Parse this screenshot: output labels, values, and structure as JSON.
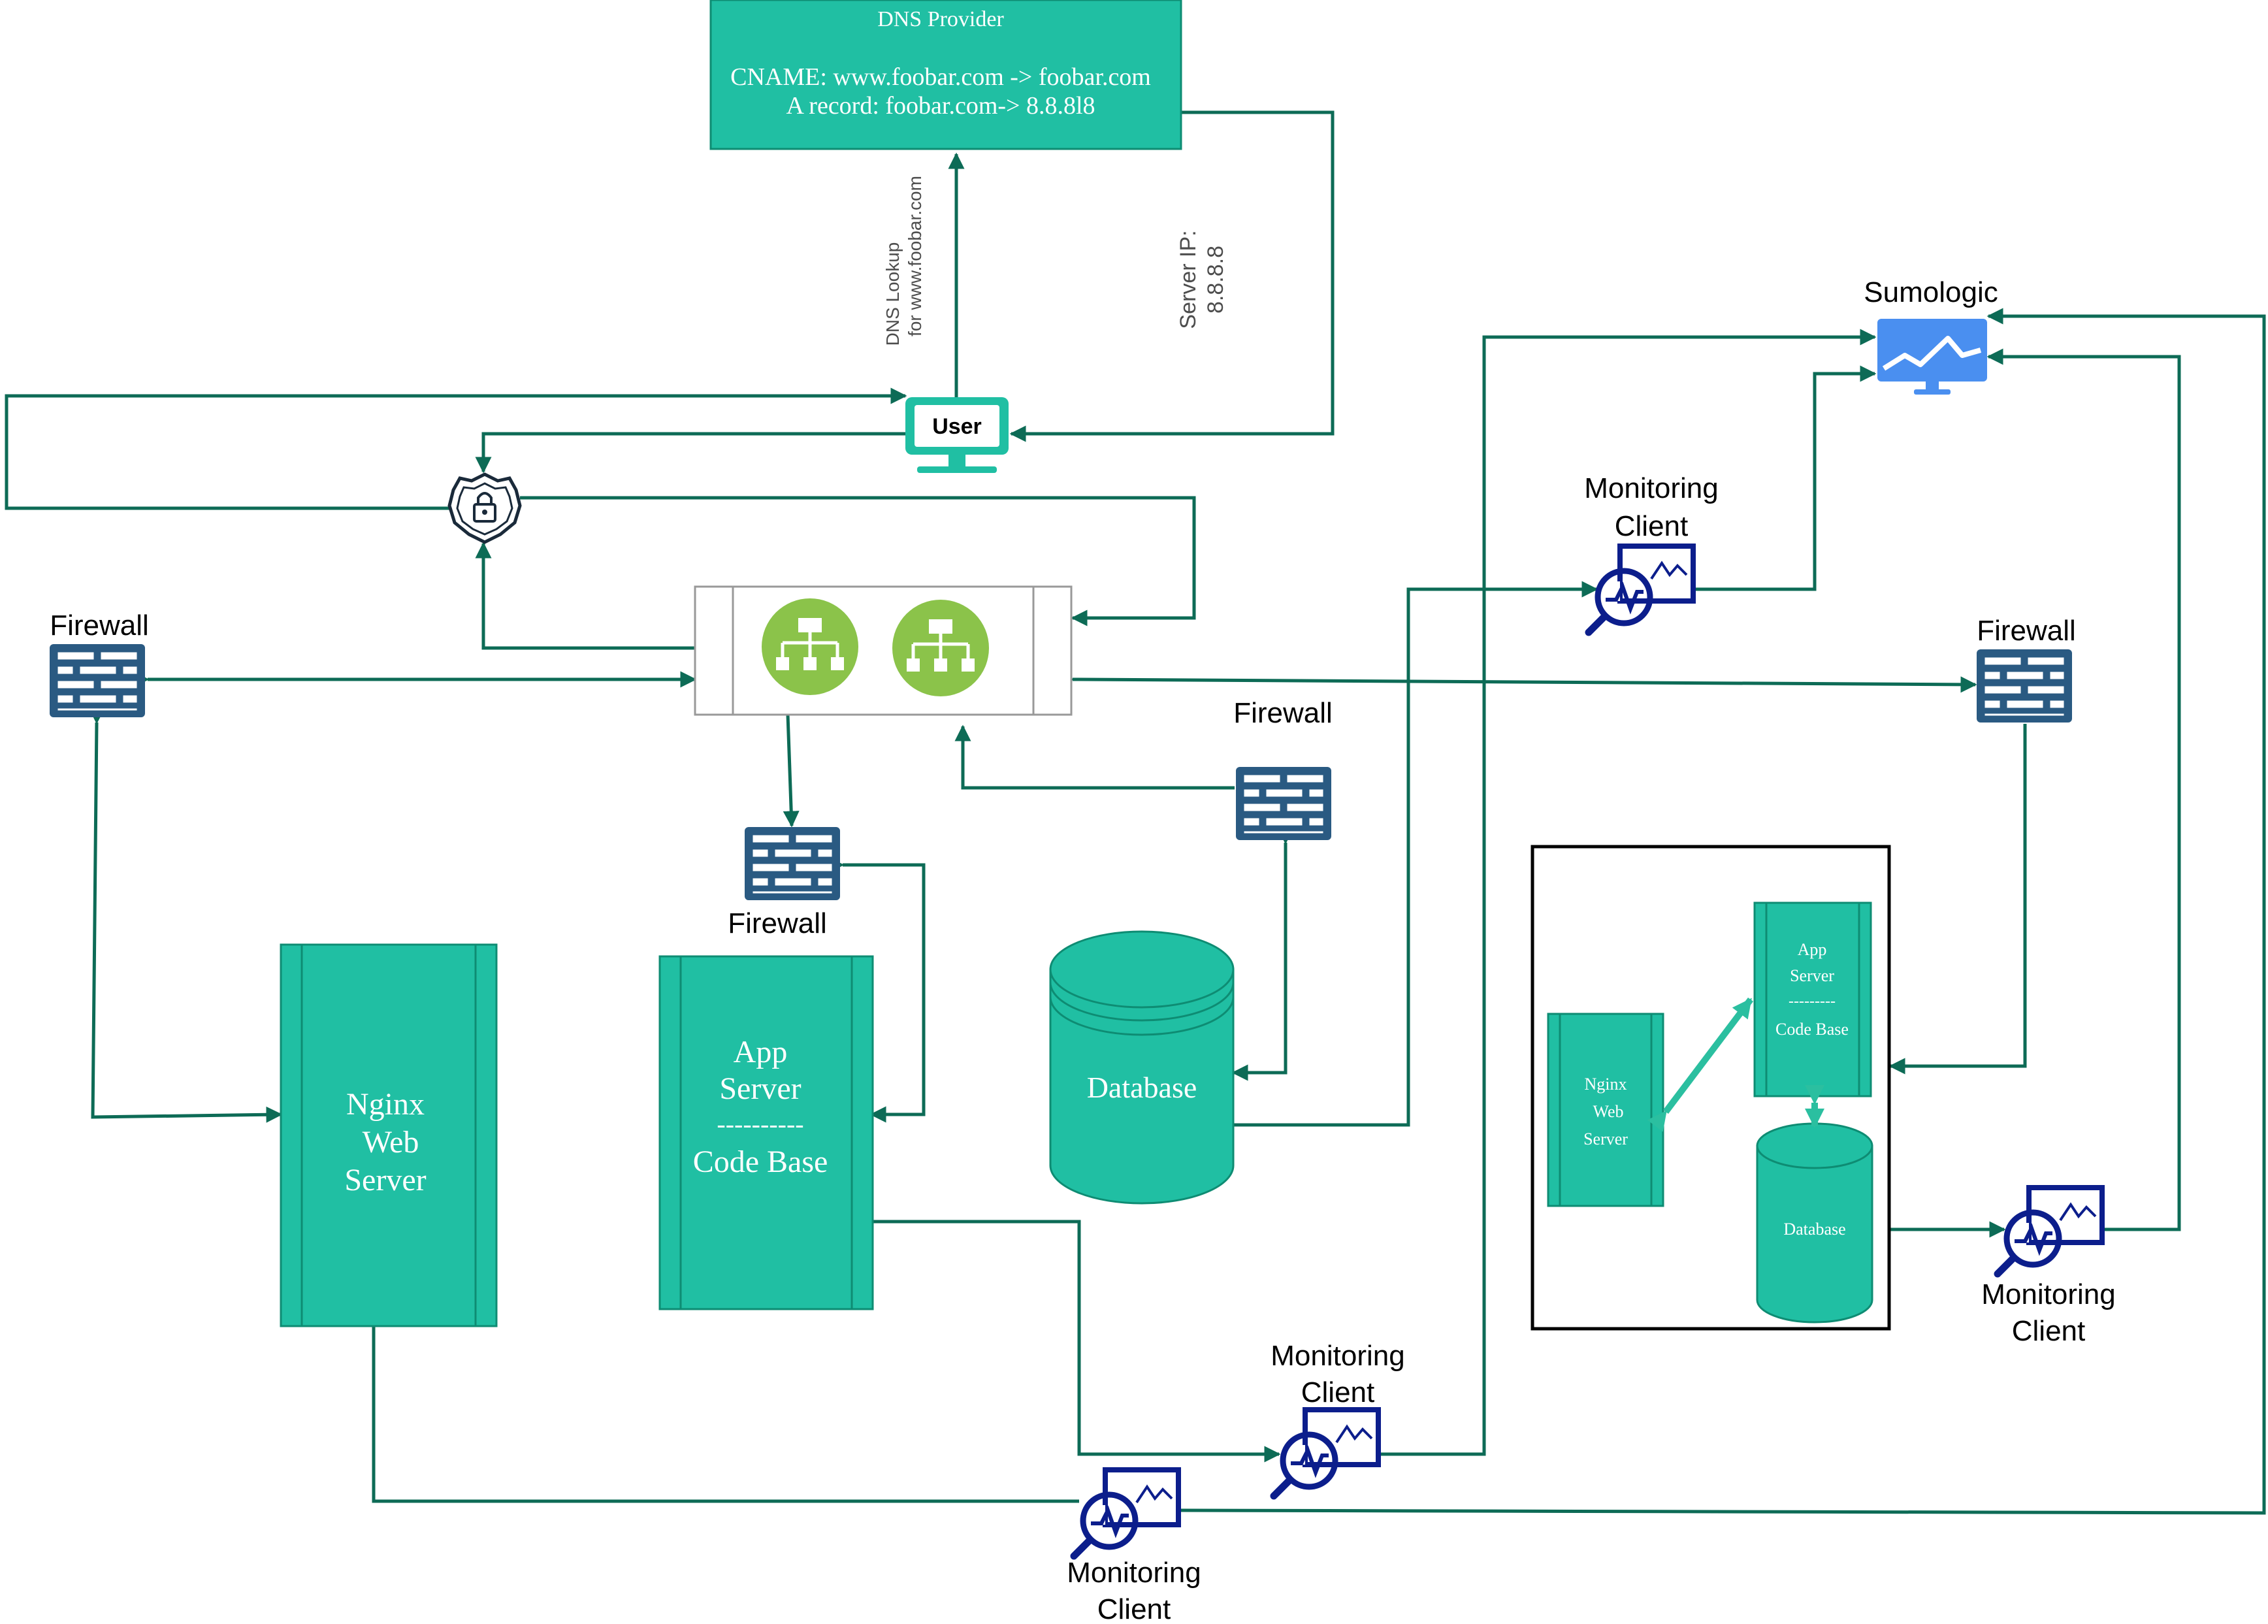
{
  "dns_provider": {
    "title": "DNS Provider",
    "line1": "CNAME: www.foobar.com -> foobar.com",
    "line2": "A record: foobar.com-> 8.8.8l8"
  },
  "edge_labels": {
    "dns_lookup_line1": "DNS Lookup",
    "dns_lookup_line2": "for www.foobar.com",
    "server_ip_line1": "Server IP:",
    "server_ip_line2": "8.8.8.8"
  },
  "user": {
    "label": "User"
  },
  "sumologic": {
    "label": "Sumologic"
  },
  "firewalls": {
    "left": "Firewall",
    "right": "Firewall",
    "database": "Firewall",
    "app": "Firewall"
  },
  "monitoring": {
    "center_line1": "Monitoring",
    "center_line2": "Client",
    "bottom_mid_line1": "Monitoring",
    "bottom_mid_line2": "Client",
    "bottom_line1": "Monitoring",
    "bottom_line2": "Client",
    "right_line1": "Monitoring",
    "right_line2": "Client"
  },
  "nginx": {
    "line1": "Nginx",
    "line2": "Web",
    "line3": "Server"
  },
  "app_server": {
    "line1": "App",
    "line2": "Server",
    "line3": "----------",
    "line4": "Code Base"
  },
  "database": {
    "label": "Database"
  },
  "cluster": {
    "nginx_line1": "Nginx",
    "nginx_line2": "Web",
    "nginx_line3": "Server",
    "app_line1": "App",
    "app_line2": "Server",
    "app_line3": "---------",
    "app_line4": "Code Base",
    "db_label": "Database"
  },
  "colors": {
    "node": "#20bfa3",
    "edge": "#0d6b56",
    "load_balancer": "#8bc34a",
    "firewall": "#2a5a82",
    "monitor": "#0c1e8c",
    "sumologic": "#4a8ff0"
  }
}
